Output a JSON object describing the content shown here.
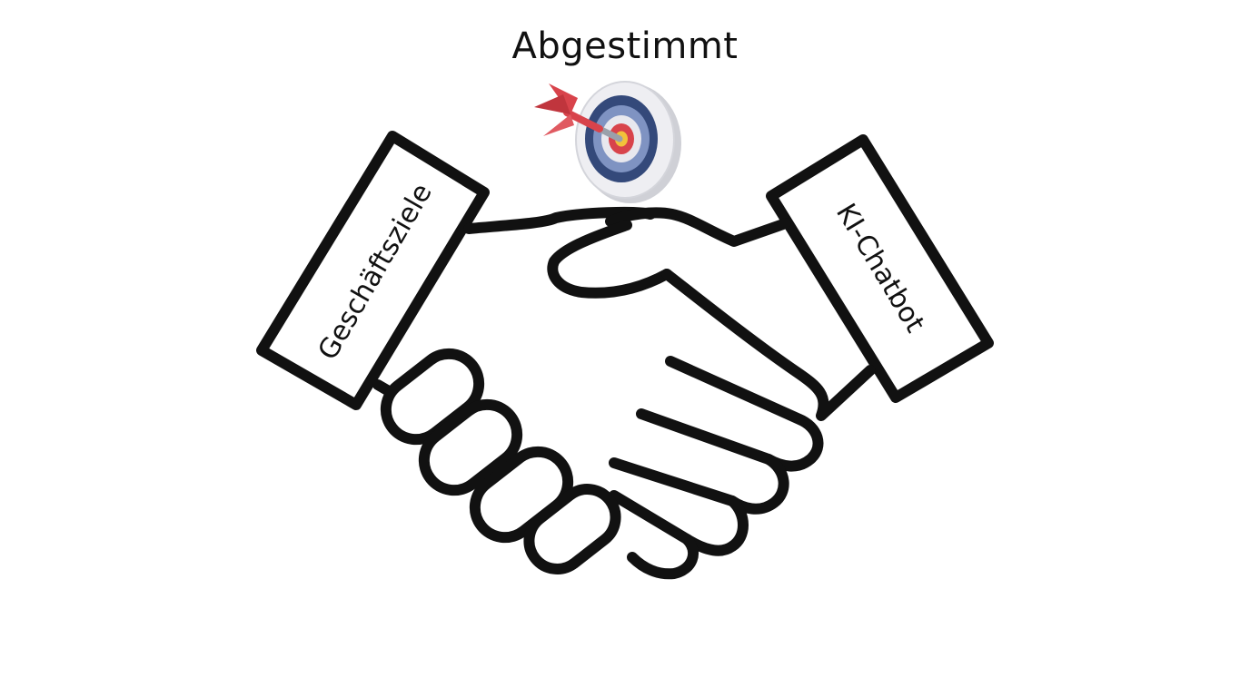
{
  "title": "Abgestimmt",
  "left_label": "Geschäftsziele",
  "right_label": "KI-Chatbot",
  "icons": {
    "center": "dart-target-icon",
    "main": "handshake-icon"
  },
  "colors": {
    "stroke": "#111111",
    "background": "#ffffff",
    "target_outer": "#e9e9ee",
    "target_blue_dark": "#34497a",
    "target_blue_light": "#7f93c2",
    "target_red": "#d8434b",
    "target_yellow": "#f2c23a",
    "dart_red": "#d8434b"
  }
}
